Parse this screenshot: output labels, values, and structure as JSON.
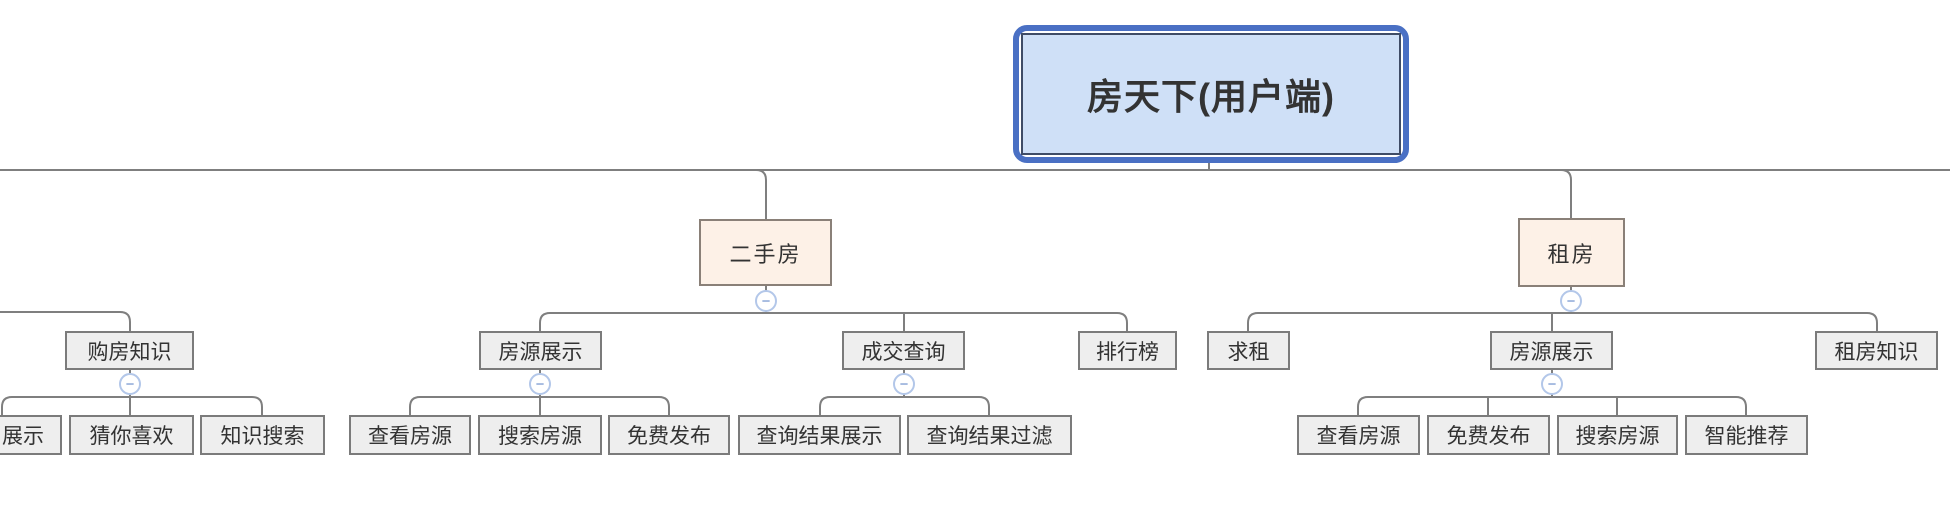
{
  "colors": {
    "root_fill": "#cfe0f7",
    "root_border": "#4a70c4",
    "root_inner_border": "#3f4c66",
    "branch_fill": "#fdf1e7",
    "branch_border": "#8a8078",
    "node_fill": "#eeeeee",
    "node_border": "#7b7b7b",
    "line": "#7f7f7f",
    "expander_border": "#b3c7e9",
    "expander_glyph_color": "#6186c8",
    "text": "#333333"
  },
  "expander_glyph": "−",
  "map": {
    "root": {
      "label": "房天下(用户端)"
    },
    "knowledge_branch": {
      "label": "购房知识",
      "children": [
        {
          "label": "展示"
        },
        {
          "label": "猜你喜欢"
        },
        {
          "label": "知识搜索"
        }
      ]
    },
    "second_hand": {
      "label": "二手房",
      "children": [
        {
          "label": "房源展示",
          "children": [
            {
              "label": "查看房源"
            },
            {
              "label": "搜索房源"
            },
            {
              "label": "免费发布"
            }
          ]
        },
        {
          "label": "成交查询",
          "children": [
            {
              "label": "查询结果展示"
            },
            {
              "label": "查询结果过滤"
            }
          ]
        },
        {
          "label": "排行榜",
          "children": []
        }
      ]
    },
    "rent": {
      "label": "租房",
      "children": [
        {
          "label": "求租",
          "children": []
        },
        {
          "label": "房源展示",
          "children": [
            {
              "label": "查看房源"
            },
            {
              "label": "免费发布"
            },
            {
              "label": "搜索房源"
            },
            {
              "label": "智能推荐"
            }
          ]
        },
        {
          "label": "租房知识",
          "children": []
        }
      ]
    }
  }
}
